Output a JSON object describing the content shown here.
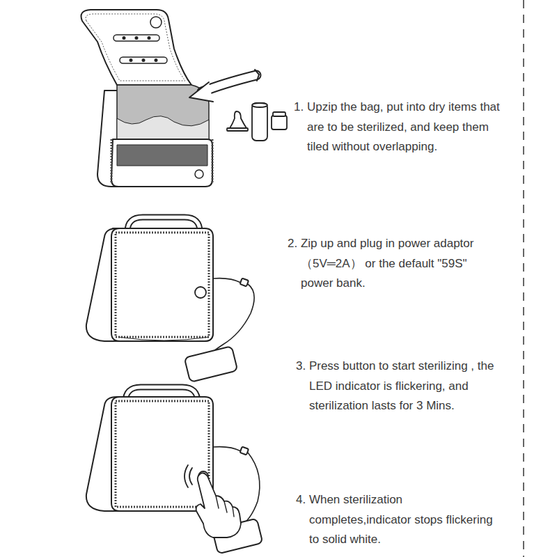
{
  "diagram": {
    "labels": [
      "1. Upzip the bag, put into dry items that are to be sterilized, and keep them tiled without overlapping.",
      "2. Zip up and plug in power adaptor（5V═2A） or the default \"59S\" power bank.",
      "3.  Press button to start sterilizing , the LED indicator is flickering, and sterilization lasts for 3 Mins.",
      "4.  When sterilization completes,indicator stops flickering to solid white."
    ]
  }
}
